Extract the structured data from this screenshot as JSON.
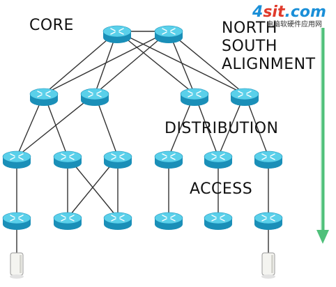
{
  "labels": {
    "core": "CORE",
    "north_south_line1": "NORTH",
    "north_south_line2": "SOUTH",
    "north_south_line3": "ALIGNMENT",
    "distribution": "DISTRIBUTION",
    "access": "ACCESS"
  },
  "watermark": {
    "brand_part1": "4",
    "brand_part2": "sit",
    "brand_part3": ".com",
    "subtitle": "电脑软硬件应用网"
  },
  "colors": {
    "router_top": "#5ad0ea",
    "router_side": "#1a8fb8",
    "link": "#333333",
    "arrow": "#4fc07a",
    "server": "#f4f4f0"
  },
  "diagram": {
    "tiers": [
      "core",
      "distribution",
      "access-upper",
      "access-lower",
      "servers"
    ],
    "core_routers": [
      "core-1",
      "core-2"
    ],
    "distribution_routers": [
      "dist-1",
      "dist-2",
      "dist-3",
      "dist-4"
    ],
    "access_upper_routers": [
      "acc-u-1",
      "acc-u-2",
      "acc-u-3",
      "acc-u-4",
      "acc-u-5",
      "acc-u-6"
    ],
    "access_lower_routers": [
      "acc-l-1",
      "acc-l-2",
      "acc-l-3",
      "acc-l-4",
      "acc-l-5",
      "acc-l-6"
    ],
    "servers": [
      "server-1",
      "server-2"
    ],
    "links": [
      [
        "core-1",
        "core-2"
      ],
      [
        "core-1",
        "dist-1"
      ],
      [
        "core-1",
        "dist-2"
      ],
      [
        "core-1",
        "dist-3"
      ],
      [
        "core-1",
        "dist-4"
      ],
      [
        "core-2",
        "dist-1"
      ],
      [
        "core-2",
        "dist-2"
      ],
      [
        "core-2",
        "dist-3"
      ],
      [
        "core-2",
        "dist-4"
      ],
      [
        "dist-1",
        "acc-u-1"
      ],
      [
        "dist-1",
        "acc-u-2"
      ],
      [
        "dist-2",
        "acc-u-1"
      ],
      [
        "dist-2",
        "acc-u-3"
      ],
      [
        "dist-3",
        "acc-u-4"
      ],
      [
        "dist-3",
        "acc-u-5"
      ],
      [
        "dist-4",
        "acc-u-5"
      ],
      [
        "dist-4",
        "acc-u-6"
      ],
      [
        "acc-u-1",
        "acc-l-1"
      ],
      [
        "acc-u-2",
        "acc-l-2"
      ],
      [
        "acc-u-2",
        "acc-l-3"
      ],
      [
        "acc-u-3",
        "acc-l-2"
      ],
      [
        "acc-u-3",
        "acc-l-3"
      ],
      [
        "acc-u-4",
        "acc-l-4"
      ],
      [
        "acc-u-5",
        "acc-l-5"
      ],
      [
        "acc-u-6",
        "acc-l-6"
      ],
      [
        "acc-l-1",
        "server-1"
      ],
      [
        "acc-l-6",
        "server-2"
      ]
    ]
  }
}
